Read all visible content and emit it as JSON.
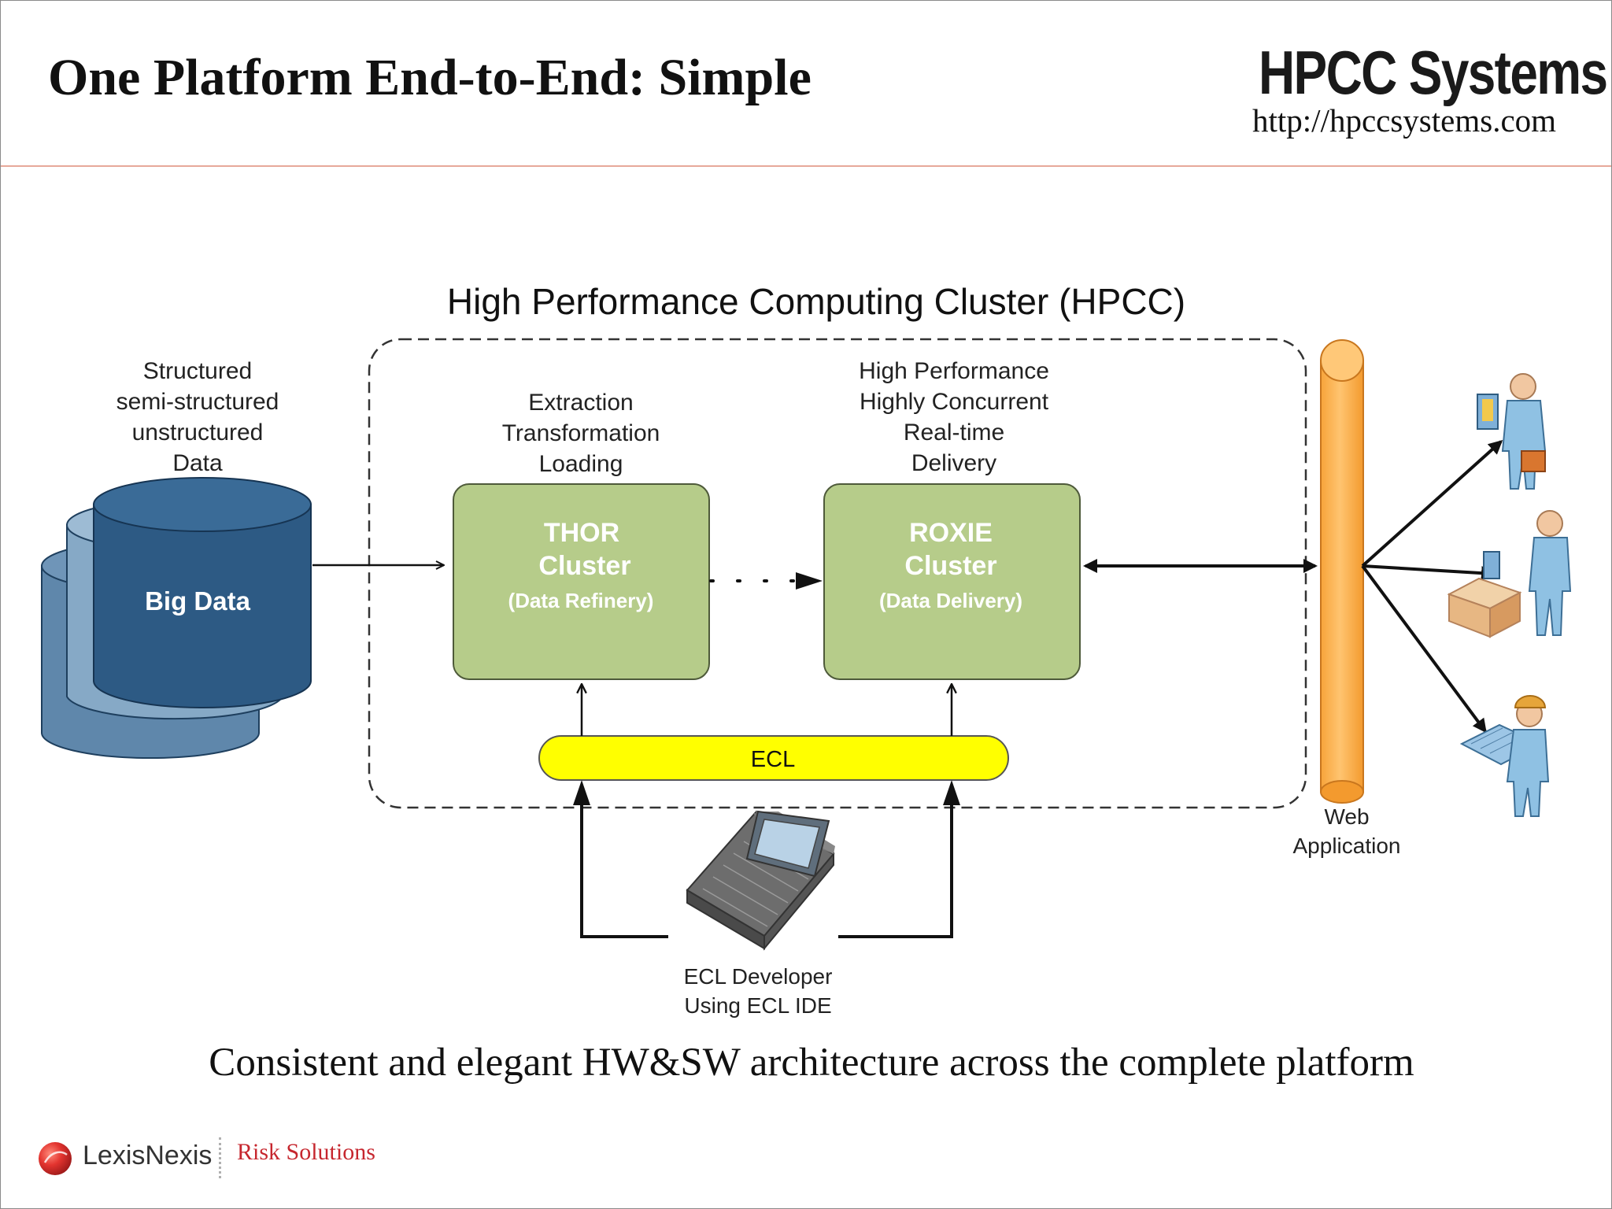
{
  "header": {
    "title": "One Platform End-to-End: Simple",
    "brand": "HPCC Systems",
    "url": "http://hpccsystems.com"
  },
  "diagram": {
    "cluster_title": "High Performance Computing Cluster (HPCC)",
    "big_data": {
      "caption": [
        "Structured",
        "semi-structured",
        "unstructured",
        "Data"
      ],
      "label": "Big Data"
    },
    "thor": {
      "caption": [
        "Extraction",
        "Transformation",
        "Loading"
      ],
      "name": "THOR",
      "sub": "Cluster",
      "role": "(Data Refinery)"
    },
    "roxie": {
      "caption": [
        "High Performance",
        "Highly Concurrent",
        "Real-time",
        "Delivery"
      ],
      "name": "ROXIE",
      "sub": "Cluster",
      "role": "(Data Delivery)"
    },
    "ecl": {
      "label": "ECL"
    },
    "developer": {
      "caption": [
        "ECL Developer",
        "Using ECL IDE"
      ]
    },
    "web_app": {
      "caption": [
        "Web",
        "Application"
      ]
    },
    "icons": {
      "storage": "database-stack-icon",
      "laptop": "laptop-icon",
      "users": [
        "user-tablet-briefcase-icon",
        "user-package-icon",
        "user-engineer-blueprint-icon"
      ]
    }
  },
  "tagline": "Consistent and elegant HW&SW architecture across the complete platform",
  "footer": {
    "company": "LexisNexis",
    "division": "Risk Solutions"
  },
  "colors": {
    "cluster_box": "#b6cc8a",
    "ecl_bar": "#ffff00",
    "web_pipe": "#ffb54d",
    "big_data": "#2d5a84",
    "accent_red": "#c6262e"
  }
}
